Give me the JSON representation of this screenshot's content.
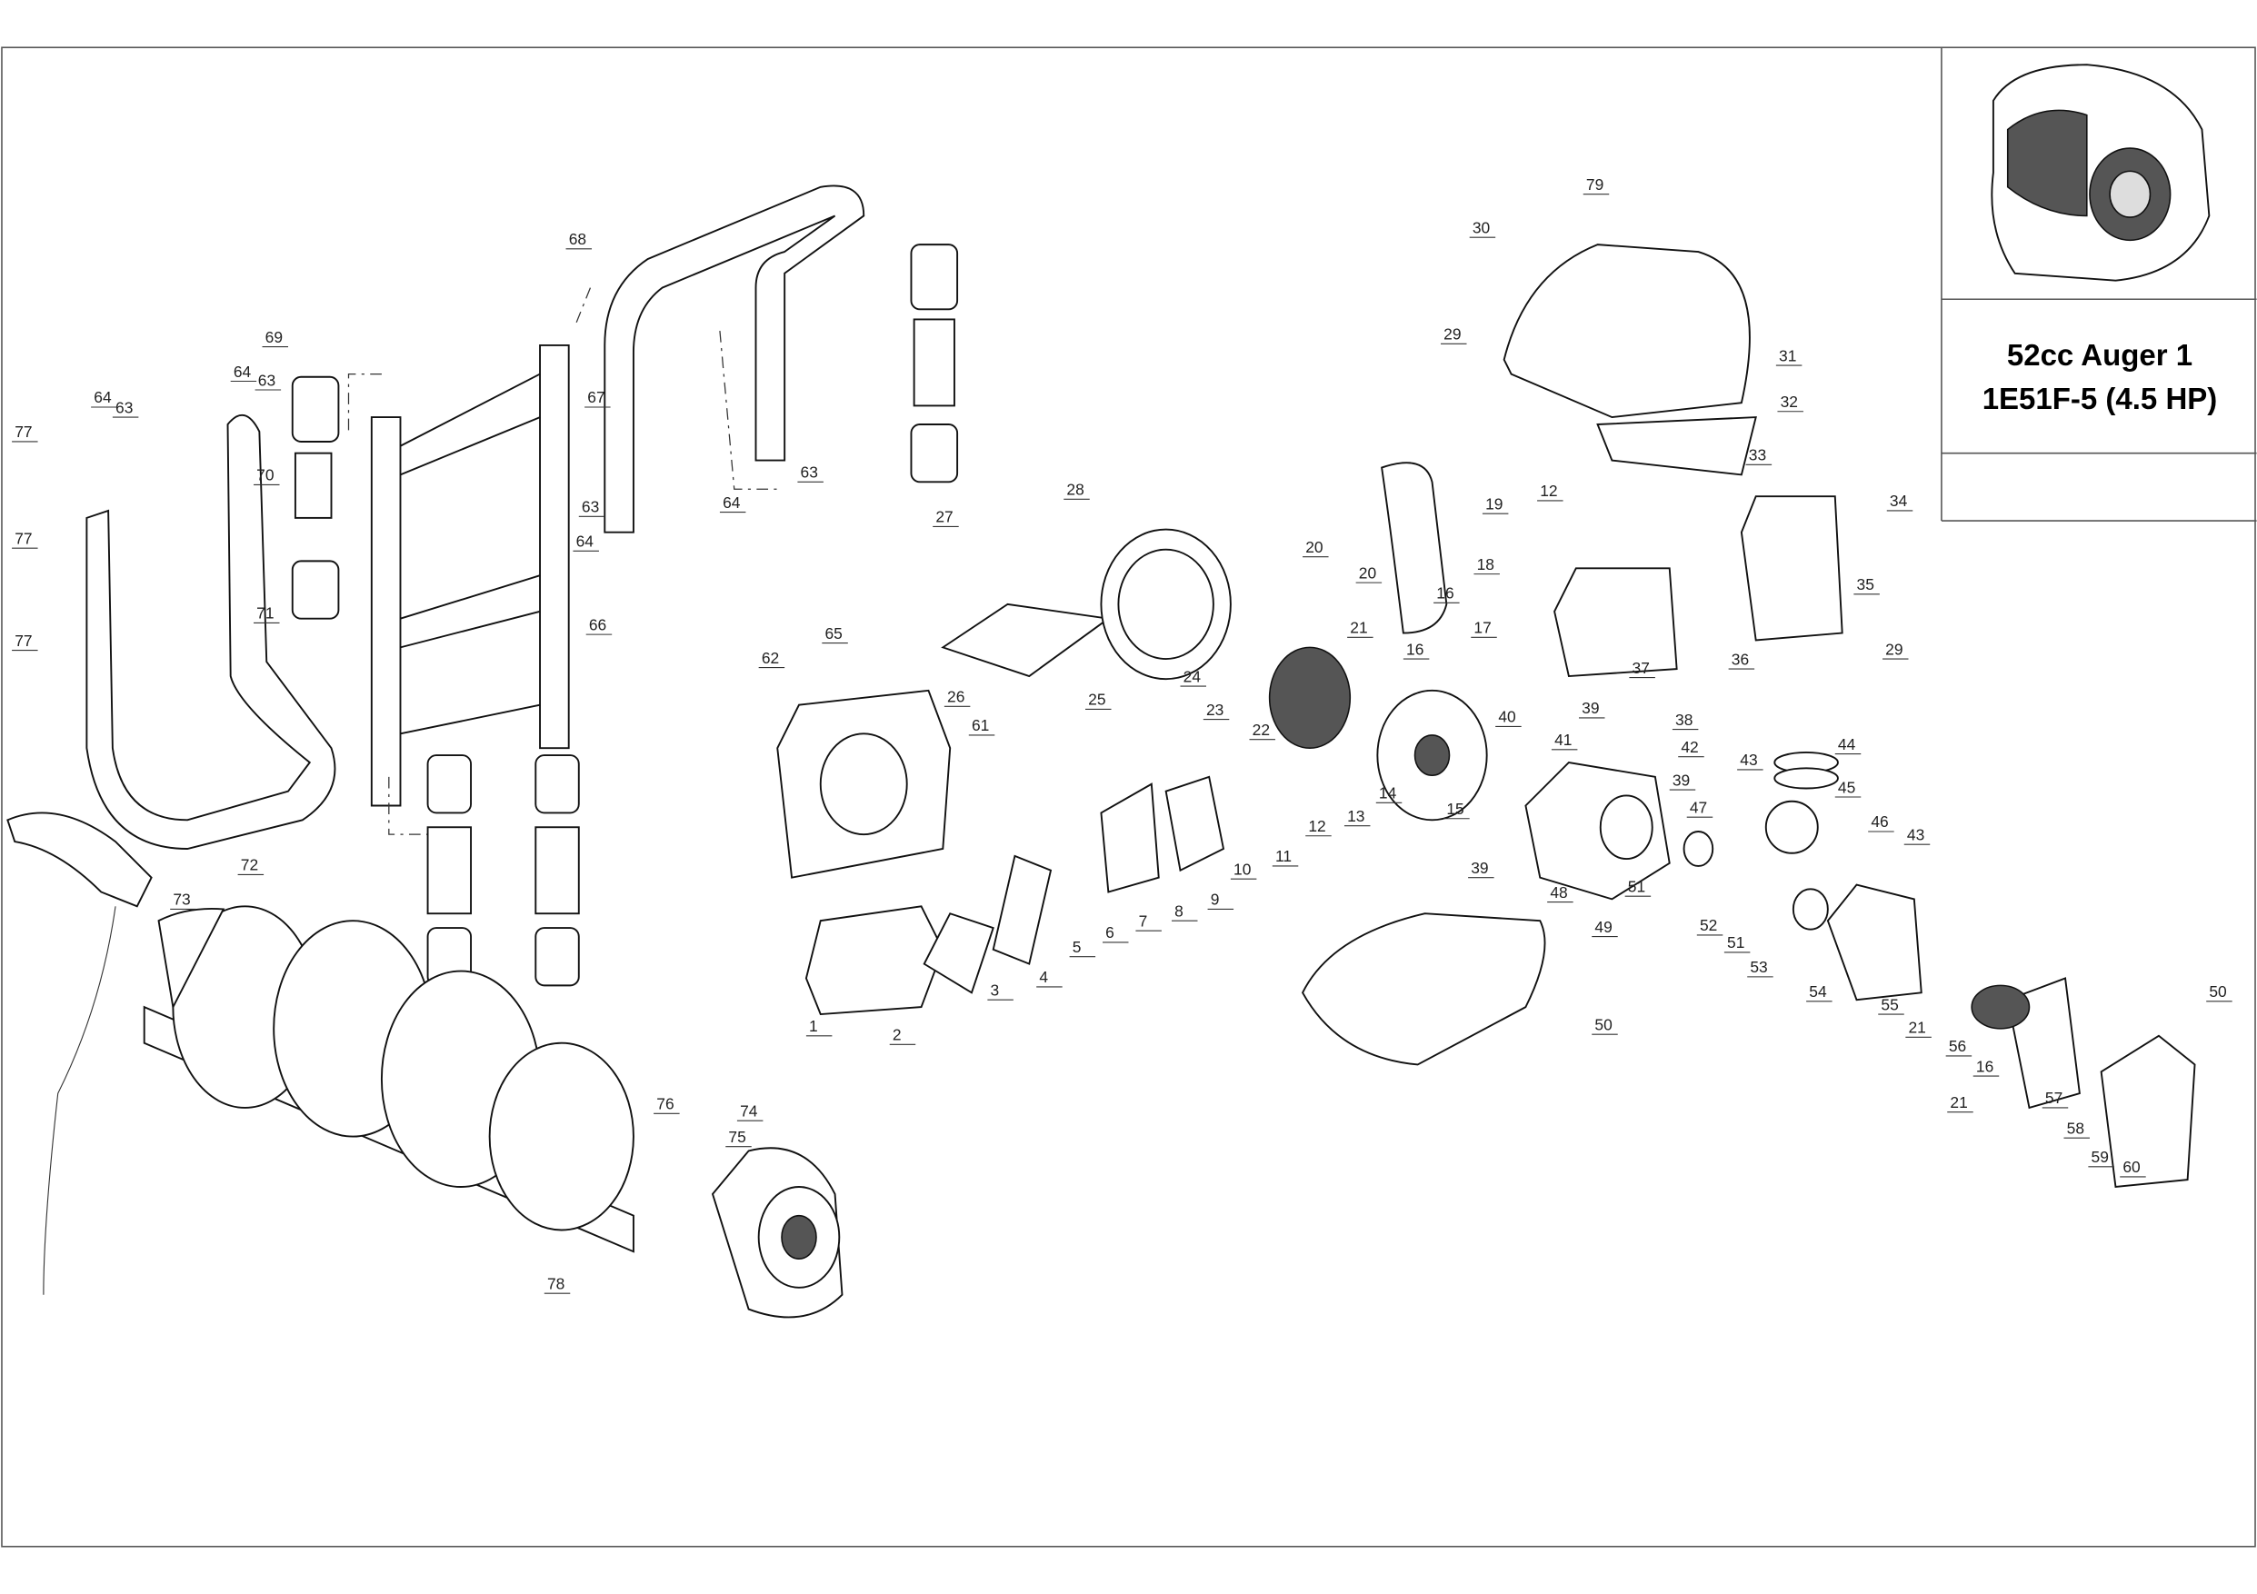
{
  "title_block": {
    "model": "52cc Auger 1",
    "engine": "1E51F-5  (4.5 HP)"
  },
  "part_labels": [
    "1",
    "2",
    "3",
    "4",
    "5",
    "6",
    "7",
    "8",
    "9",
    "10",
    "11",
    "12",
    "13",
    "14",
    "15",
    "16",
    "17",
    "18",
    "19",
    "20",
    "21",
    "22",
    "23",
    "24",
    "25",
    "26",
    "27",
    "28",
    "29",
    "30",
    "31",
    "32",
    "33",
    "34",
    "35",
    "36",
    "37",
    "38",
    "39",
    "40",
    "41",
    "42",
    "43",
    "44",
    "45",
    "46",
    "43",
    "47",
    "39",
    "48",
    "49",
    "50",
    "51",
    "52",
    "51",
    "53",
    "54",
    "55",
    "21",
    "56",
    "16",
    "57",
    "58",
    "59",
    "60",
    "50",
    "61",
    "62",
    "63",
    "64",
    "63",
    "64",
    "63",
    "64",
    "63",
    "64",
    "65",
    "66",
    "67",
    "68",
    "69",
    "70",
    "71",
    "72",
    "73",
    "74",
    "75",
    "76",
    "77",
    "77",
    "77",
    "78",
    "79",
    "39",
    "12",
    "29",
    "16",
    "21",
    "20"
  ]
}
